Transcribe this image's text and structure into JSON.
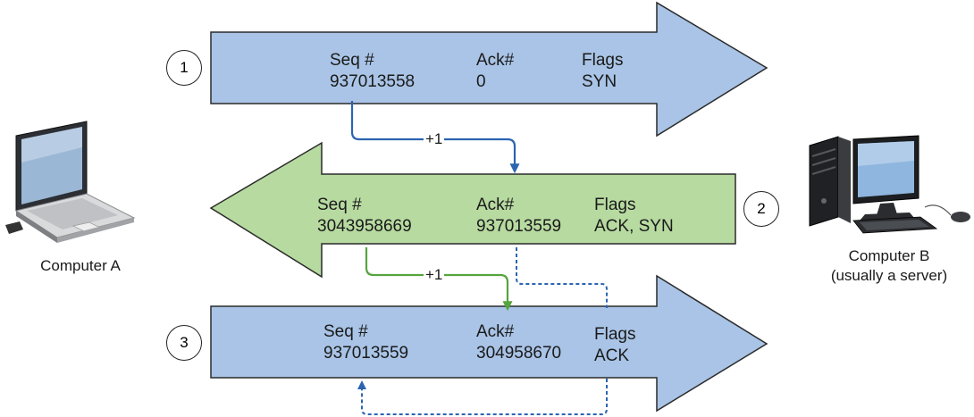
{
  "colors": {
    "blue_arrow": "#a9c4e6",
    "green_arrow": "#b7daa0",
    "blue_line": "#2b64b0",
    "green_line": "#55a43e",
    "dotted_line": "#2b64b0"
  },
  "computer_a": {
    "label": "Computer A",
    "icon": "laptop-icon"
  },
  "computer_b": {
    "label_line1": "Computer B",
    "label_line2": "(usually a server)",
    "icon": "desktop-computer-icon"
  },
  "steps": [
    {
      "number": "1",
      "direction": "right",
      "seq_label": "Seq #",
      "seq_value": "937013558",
      "ack_label": "Ack#",
      "ack_value": "0",
      "flags_label": "Flags",
      "flags_value": "SYN"
    },
    {
      "number": "2",
      "direction": "left",
      "seq_label": "Seq #",
      "seq_value": "3043958669",
      "ack_label": "Ack#",
      "ack_value": "937013559",
      "flags_label": "Flags",
      "flags_value": "ACK, SYN"
    },
    {
      "number": "3",
      "direction": "right",
      "seq_label": "Seq #",
      "seq_value": "937013559",
      "ack_label": "Ack#",
      "ack_value": "304958670",
      "flags_label": "Flags",
      "flags_value": "ACK"
    }
  ],
  "increments": [
    {
      "label": "+1"
    },
    {
      "label": "+1"
    }
  ]
}
